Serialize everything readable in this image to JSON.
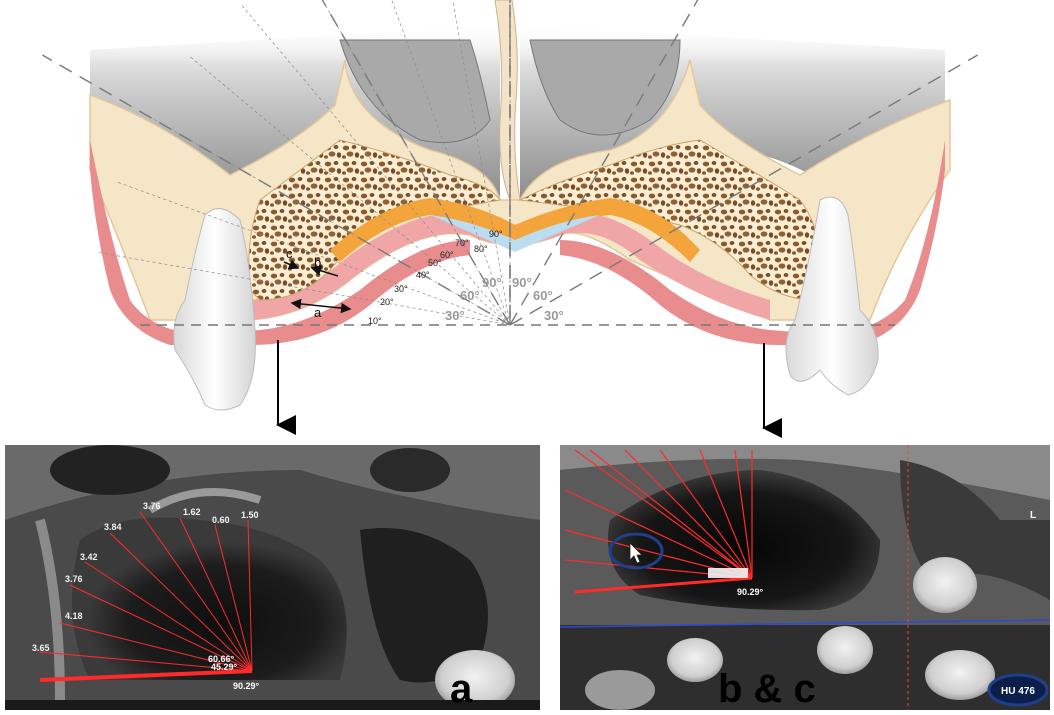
{
  "diagram": {
    "small_angles": [
      "10°",
      "20°",
      "30°",
      "40°",
      "50°",
      "60°",
      "70°",
      "80°",
      "90°"
    ],
    "large_angles_left": [
      "30°",
      "60°",
      "90°"
    ],
    "large_angles_right": [
      "90°",
      "60°",
      "30°"
    ],
    "measure_labels": {
      "a": "a",
      "b": "b",
      "c": "c"
    }
  },
  "panel_a": {
    "label": "a",
    "values": [
      "3.65",
      "4.18",
      "3.76",
      "3.42",
      "3.84",
      "3.76",
      "1.62",
      "0.60",
      "1.50"
    ],
    "angle_reading": "90.29°",
    "overlap_text": [
      "60.66°",
      "45.29°"
    ]
  },
  "panel_bc": {
    "label": "b & c",
    "angle_reading": "90.29°",
    "hu_badge": "HU 476",
    "corner_letter": "L"
  },
  "colors": {
    "gingiva": "#e98c8e",
    "bone": "#f6e6c8",
    "orange_layer": "#f3a43b",
    "membrane": "#bcdcf0",
    "ct_measure_line": "#ff2b2b",
    "badge_ring": "#1f3f8a"
  }
}
